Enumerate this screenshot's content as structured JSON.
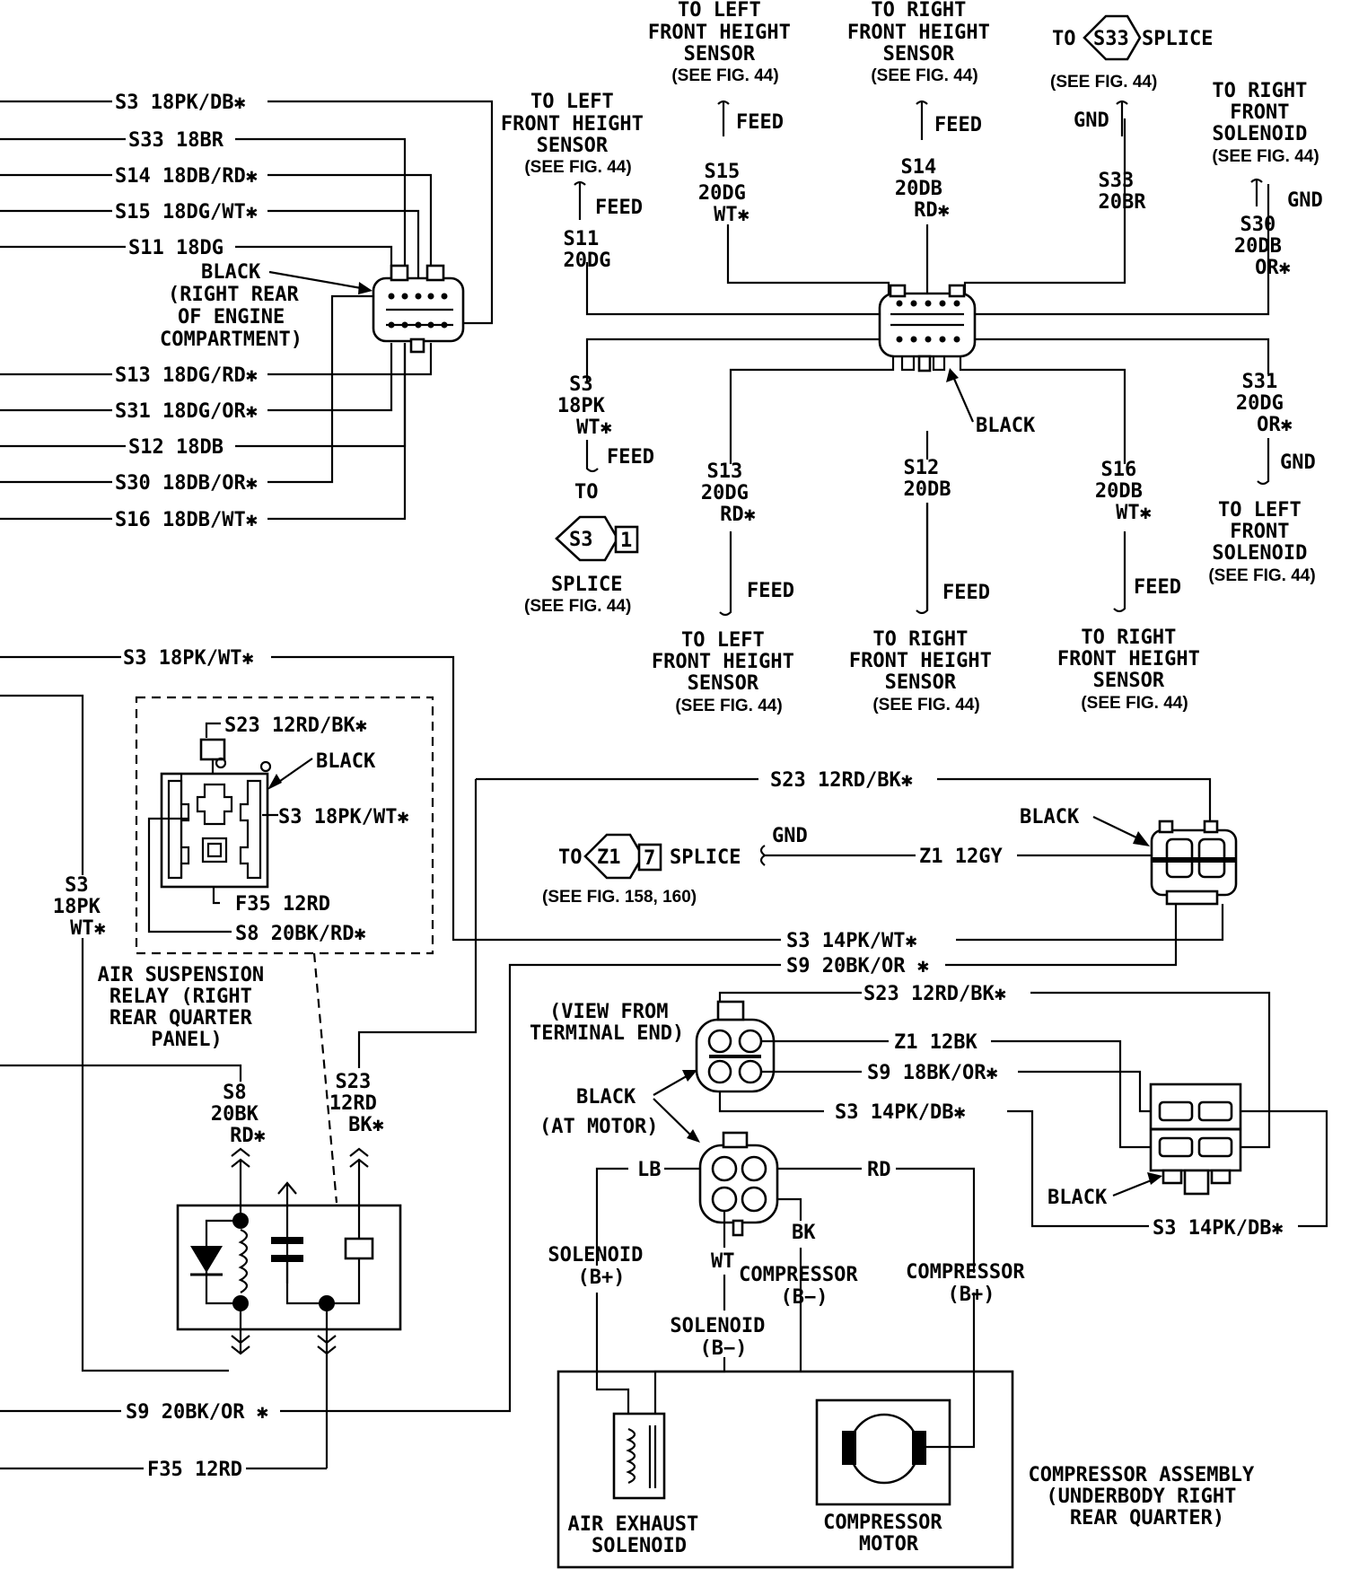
{
  "left_wires": [
    "S3 18PK/DB✱",
    "S33 18BR",
    "S14 18DB/RD✱",
    "S15 18DG/WT✱",
    "S11 18DG",
    "S13 18DG/RD✱",
    "S31 18DG/OR✱",
    "S12 18DB",
    "S30 18DB/OR✱",
    "S16 18DB/WT✱"
  ],
  "connector_top_left": {
    "lines": [
      "BLACK",
      "(RIGHT REAR",
      "OF ENGINE",
      "COMPARTMENT)"
    ]
  },
  "center_connector": {
    "label": "BLACK"
  },
  "feeds": {
    "left_sensor_11": {
      "to": [
        "TO LEFT",
        "FRONT HEIGHT",
        "SENSOR",
        "(SEE FIG. 44)"
      ],
      "tag": "FEED",
      "wire": [
        "S11",
        "20DG"
      ]
    },
    "left_sensor_15": {
      "to": [
        "TO LEFT",
        "FRONT HEIGHT",
        "SENSOR",
        "(SEE FIG. 44)"
      ],
      "tag": "FEED",
      "wire": [
        "S15",
        "20DG",
        "WT✱"
      ]
    },
    "right_sensor_14": {
      "to": [
        "TO RIGHT",
        "FRONT HEIGHT",
        "SENSOR",
        "(SEE FIG. 44)"
      ],
      "tag": "FEED",
      "wire": [
        "S14",
        "20DB",
        "RD✱"
      ]
    },
    "splice_s33": {
      "to": [
        "TO",
        "S33",
        "SPLICE",
        "(SEE FIG. 44)"
      ],
      "tag": "GND",
      "wire": [
        "S33",
        "20BR"
      ]
    },
    "right_solenoid_30": {
      "to": [
        "TO RIGHT",
        "FRONT",
        "SOLENOID",
        "(SEE FIG. 44)"
      ],
      "tag": "GND",
      "wire": [
        "S30",
        "20DB",
        "OR✱"
      ]
    },
    "splice_s3": {
      "wire": [
        "S3",
        "18PK",
        "WT✱"
      ],
      "tag": "FEED",
      "to_label": "TO",
      "splice_id": "S3",
      "splice_num": "1",
      "splice_text": [
        "SPLICE",
        "(SEE FIG. 44)"
      ]
    },
    "left_sensor_13": {
      "wire": [
        "S13",
        "20DG",
        "RD✱"
      ],
      "tag": "FEED",
      "to": [
        "TO LEFT",
        "FRONT HEIGHT",
        "SENSOR",
        "(SEE FIG. 44)"
      ]
    },
    "right_sensor_12": {
      "wire": [
        "S12",
        "20DB"
      ],
      "tag": "FEED",
      "to": [
        "TO RIGHT",
        "FRONT HEIGHT",
        "SENSOR",
        "(SEE FIG. 44)"
      ]
    },
    "right_sensor_16": {
      "wire": [
        "S16",
        "20DB",
        "WT✱"
      ],
      "tag": "FEED",
      "to": [
        "TO RIGHT",
        "FRONT HEIGHT",
        "SENSOR",
        "(SEE FIG. 44)"
      ]
    },
    "left_solenoid_31": {
      "wire": [
        "S31",
        "20DG",
        "OR✱"
      ],
      "tag": "GND",
      "to": [
        "TO LEFT",
        "FRONT",
        "SOLENOID",
        "(SEE FIG. 44)"
      ]
    }
  },
  "relay": {
    "wires": [
      "S23 12RD/BK✱",
      "BLACK",
      "S3 18PK/WT✱",
      "F35 12RD",
      "S8 20BK/RD✱"
    ],
    "name": [
      "AIR SUSPENSION",
      "RELAY (RIGHT",
      "REAR QUARTER",
      "PANEL)"
    ],
    "left_wire": "S3 18PK/WT✱",
    "s3_vertical": [
      "S3",
      "18PK",
      "WT✱"
    ],
    "s8": [
      "S8",
      "20BK",
      "RD✱"
    ],
    "s23": [
      "S23",
      "12RD",
      "BK✱"
    ]
  },
  "lower": {
    "s23_top": "S23 12RD/BK✱",
    "z1_splice": {
      "to": "TO",
      "id": "Z1",
      "num": "7",
      "word": "SPLICE",
      "tag": "GND",
      "wire": "Z1 12GY",
      "ref": "(SEE FIG. 158, 160)"
    },
    "black_right": "BLACK",
    "s3_14": "S3 14PK/WT✱",
    "s9_20": "S9 20BK/OR ✱",
    "view": [
      "(VIEW FROM",
      "TERMINAL END)"
    ],
    "motor_black": [
      "BLACK",
      "(AT MOTOR)"
    ],
    "s23_12": "S23 12RD/BK✱",
    "z1_12bk": "Z1 12BK",
    "s9_18": "S9 18BK/OR✱",
    "s3_14db": "S3 14PK/DB✱",
    "black_conn": "BLACK",
    "s3_14db_bottom": "S3 14PK/DB✱",
    "lb": "LB",
    "rd": "RD",
    "bk": "BK",
    "wt": "WT",
    "sol_bplus": [
      "SOLENOID",
      "(B+)"
    ],
    "comp_bminus": [
      "COMPRESSOR",
      "(B−)"
    ],
    "comp_bplus": [
      "COMPRESSOR",
      "(B+)"
    ],
    "sol_bminus": [
      "SOLENOID",
      "(B−)"
    ],
    "air_exhaust": [
      "AIR EXHAUST",
      "SOLENOID"
    ],
    "comp_motor": [
      "COMPRESSOR",
      "MOTOR"
    ],
    "assembly": [
      "COMPRESSOR ASSEMBLY",
      "(UNDERBODY RIGHT",
      "REAR QUARTER)"
    ],
    "s9_bottom": "S9 20BK/OR ✱",
    "f35_bottom": "F35 12RD"
  }
}
